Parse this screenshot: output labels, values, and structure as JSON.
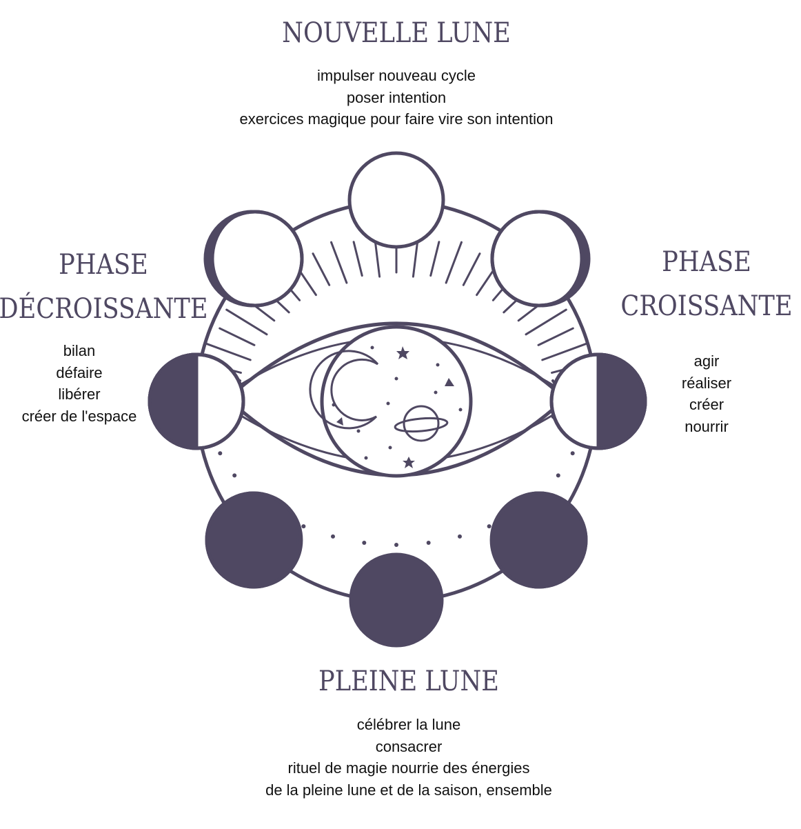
{
  "colors": {
    "ink": "#4f4862"
  },
  "sections": {
    "new_moon": {
      "title": "NOUVELLE LUNE",
      "lines": [
        "impulser nouveau cycle",
        "poser intention",
        "exercices magique pour faire vire son intention"
      ]
    },
    "waning": {
      "title_line1": "PHASE",
      "title_line2": "DÉCROISSANTE",
      "lines": [
        "bilan",
        "défaire",
        "libérer",
        "créer de l'espace"
      ]
    },
    "waxing": {
      "title_line1": "PHASE",
      "title_line2": "CROISSANTE",
      "lines": [
        "agir",
        "réaliser",
        "créer",
        "nourrir"
      ]
    },
    "full_moon": {
      "title": "PLEINE LUNE",
      "lines": [
        "célébrer la lune",
        "consacrer",
        "rituel de magie nourrie des énergies",
        "de la pleine lune et de la saison, ensemble"
      ]
    }
  }
}
